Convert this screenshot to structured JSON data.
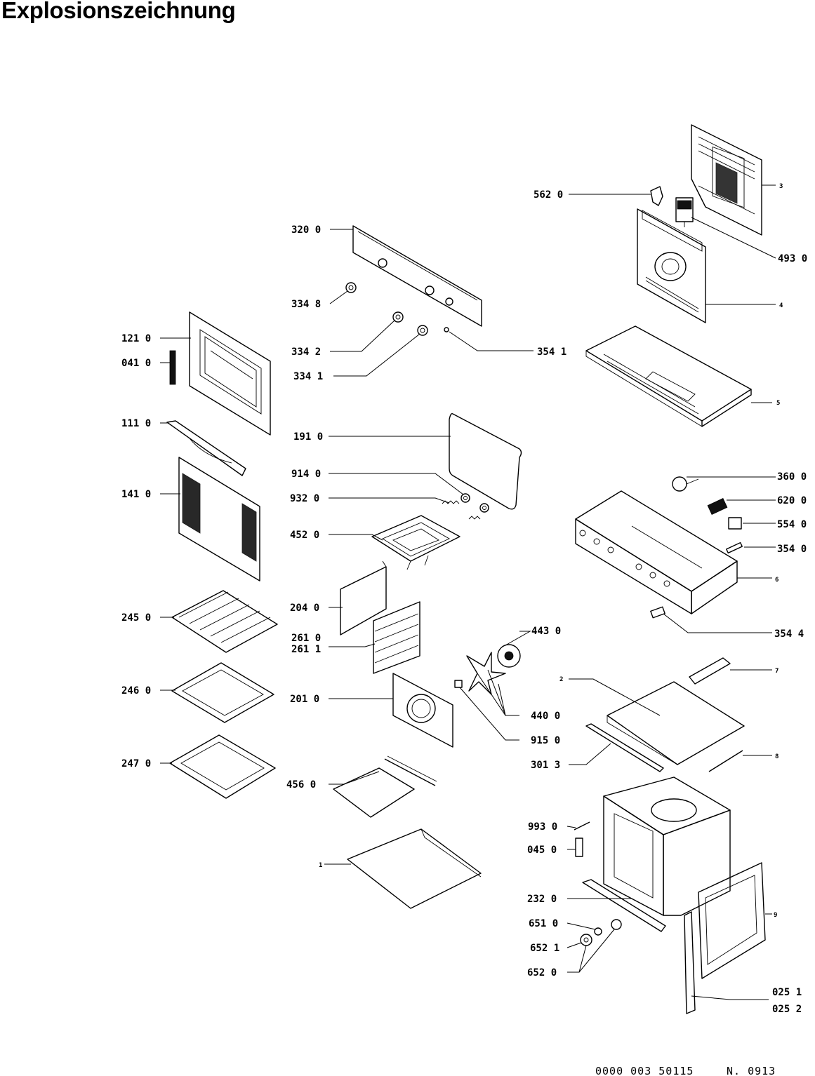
{
  "title": "Explosionszeichnung",
  "footer": {
    "code": "0000 003 50115",
    "number": "N. 0913"
  },
  "labels": {
    "l5620": "562 0",
    "l3": "3",
    "l4930": "493 0",
    "l4": "4",
    "l3200": "320 0",
    "l3348": "334 8",
    "l3342": "334 2",
    "l3341": "334 1",
    "l3541": "354 1",
    "l5": "5",
    "l1210": "121 0",
    "l0410": "041 0",
    "l1110": "111 0",
    "l1410": "141 0",
    "l1910": "191 0",
    "l9140": "914 0",
    "l9320": "932 0",
    "l4520": "452 0",
    "l3600": "360 0",
    "l6200": "620 0",
    "l5540": "554 0",
    "l3540": "354 0",
    "l6": "6",
    "l2450": "245 0",
    "l2040": "204 0",
    "l2610": "261 0",
    "l2611": "261 1",
    "l3544": "354 4",
    "l4430": "443 0",
    "l2": "2",
    "l7": "7",
    "l2460": "246 0",
    "l2010": "201 0",
    "l4400": "440 0",
    "l9150": "915 0",
    "l3013": "301 3",
    "l8": "8",
    "l2470": "247 0",
    "l4560": "456 0",
    "l9930": "993 0",
    "l0450": "045 0",
    "l1": "1",
    "l2320": "232 0",
    "l9": "9",
    "l6510": "651 0",
    "l6521": "652 1",
    "l6520": "652 0",
    "l0251": "025 1",
    "l0252": "025 2"
  }
}
